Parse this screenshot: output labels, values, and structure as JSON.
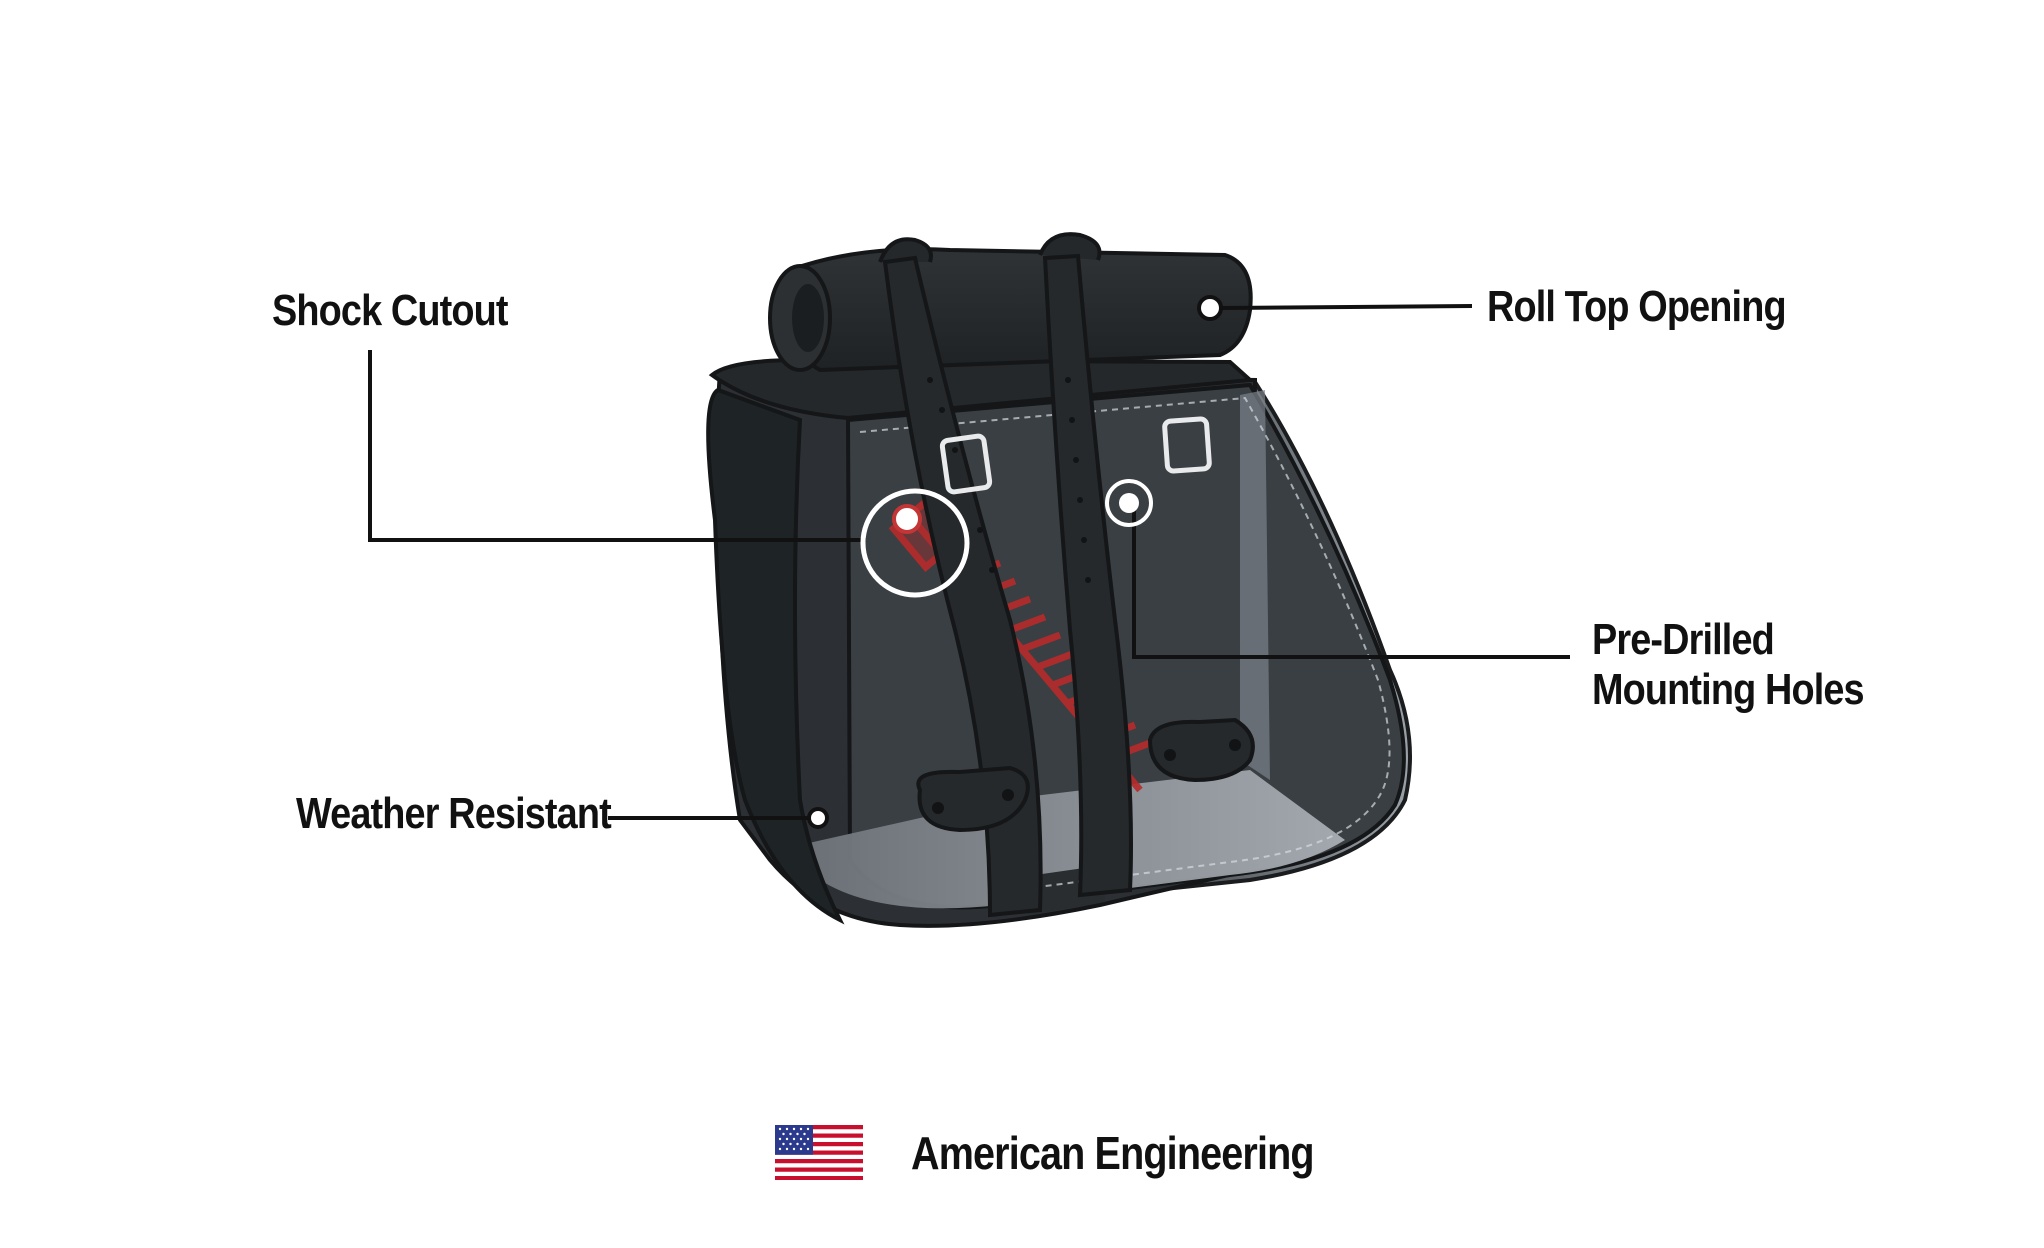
{
  "callouts": {
    "shock_cutout": "Shock Cutout",
    "roll_top_opening": "Roll Top Opening",
    "pre_drilled_line1": "Pre-Drilled",
    "pre_drilled_line2": "Mounting Holes",
    "weather_resistant": "Weather Resistant"
  },
  "footer": {
    "text": "American Engineering",
    "flag_icon": "us-flag-icon"
  },
  "colors": {
    "bag_dark": "#2a2d30",
    "shock_red": "#b82a2a",
    "leader_line": "#111111",
    "flag_red": "#c8102e",
    "flag_blue": "#2b3a8c"
  }
}
